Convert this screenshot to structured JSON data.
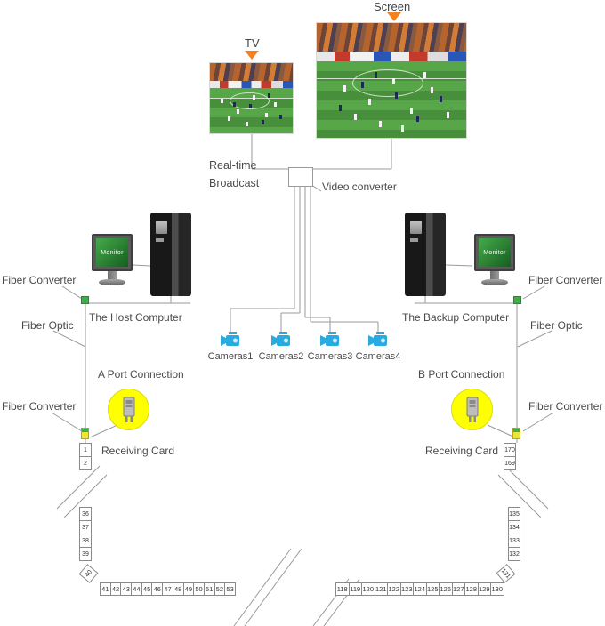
{
  "colors": {
    "accent_orange": "#f58220",
    "camera_blue": "#29abe2",
    "port_yellow": "#feff00",
    "fiber_green": "#3fae49",
    "line_gray": "#999999",
    "text_gray": "#4a4a4a"
  },
  "top": {
    "screen_label": "Screen",
    "tv_label": "TV",
    "realtime_broadcast_label": "Real-time Broadcast",
    "video_converter_label": "Video converter"
  },
  "computers": {
    "host_label": "The Host Computer",
    "backup_label": "The Backup Computer",
    "monitor_screen_text": "Monitor"
  },
  "fiber": {
    "converter_top_left": "Fiber Converter",
    "converter_bottom_left": "Fiber Converter",
    "converter_top_right": "Fiber Converter",
    "converter_bottom_right": "Fiber Converter",
    "optic_left": "Fiber Optic",
    "optic_right": "Fiber Optic"
  },
  "ports": {
    "a_label": "A Port Connection",
    "b_label": "B Port Connection",
    "receiving_left": "Receiving Card",
    "receiving_right": "Receiving Card"
  },
  "cameras": [
    "Cameras1",
    "Cameras2",
    "Cameras3",
    "Cameras4"
  ],
  "panel_numbers": {
    "left_column_top": [
      "1",
      "2"
    ],
    "left_column_bottom": [
      "36",
      "37",
      "38",
      "39"
    ],
    "left_corner": "40",
    "left_bottom_row": [
      "41",
      "42",
      "43",
      "44",
      "45",
      "46",
      "47",
      "48",
      "49",
      "50",
      "51",
      "52",
      "53"
    ],
    "right_column_top": [
      "170",
      "169"
    ],
    "right_column_bottom": [
      "135",
      "134",
      "133",
      "132"
    ],
    "right_corner": "131",
    "right_bottom_row": [
      "118",
      "119",
      "120",
      "121",
      "122",
      "123",
      "124",
      "125",
      "126",
      "127",
      "128",
      "129",
      "130"
    ]
  }
}
